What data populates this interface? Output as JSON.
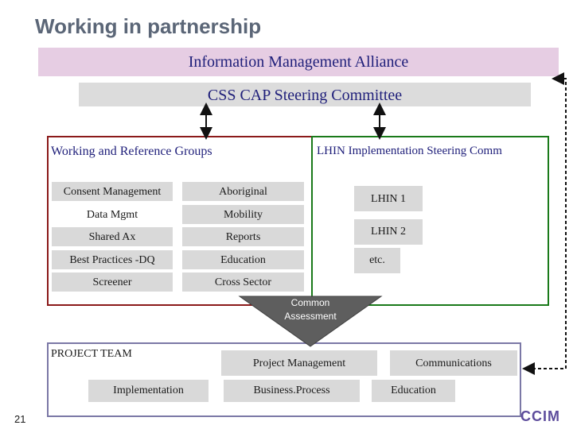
{
  "title": "Working in partnership",
  "alliance": "Information Management Alliance",
  "steering": "CSS CAP Steering Committee",
  "working_groups": {
    "heading": "Working and Reference Groups",
    "left": [
      "Consent Management",
      "Data Mgmt",
      "Shared Ax",
      "Best Practices -DQ",
      "Screener"
    ],
    "right": [
      "Aboriginal",
      "Mobility",
      "Reports",
      "Education",
      "Cross Sector"
    ]
  },
  "lhin": {
    "heading": "LHIN Implementation Steering Comm",
    "items": [
      "LHIN 1",
      "LHIN 2",
      "etc."
    ]
  },
  "common_assessment": [
    "Common",
    "Assessment"
  ],
  "project_team": {
    "heading": "PROJECT TEAM",
    "project_management": "Project Management",
    "communications": "Communications",
    "implementation": "Implementation",
    "business_process": "Business.Process",
    "education": "Education"
  },
  "page_number": "21",
  "logo": "CCIM",
  "colors": {
    "alliance_band": "#e6cde3",
    "steering_band": "#dcdcdc",
    "working_border": "#8b1a1a",
    "lhin_border": "#1a7a1a",
    "project_border": "#7b78a6",
    "triangle": "#5e5e5e",
    "heading_text": "#1f1f7a",
    "logo": "#5d4c9c"
  }
}
